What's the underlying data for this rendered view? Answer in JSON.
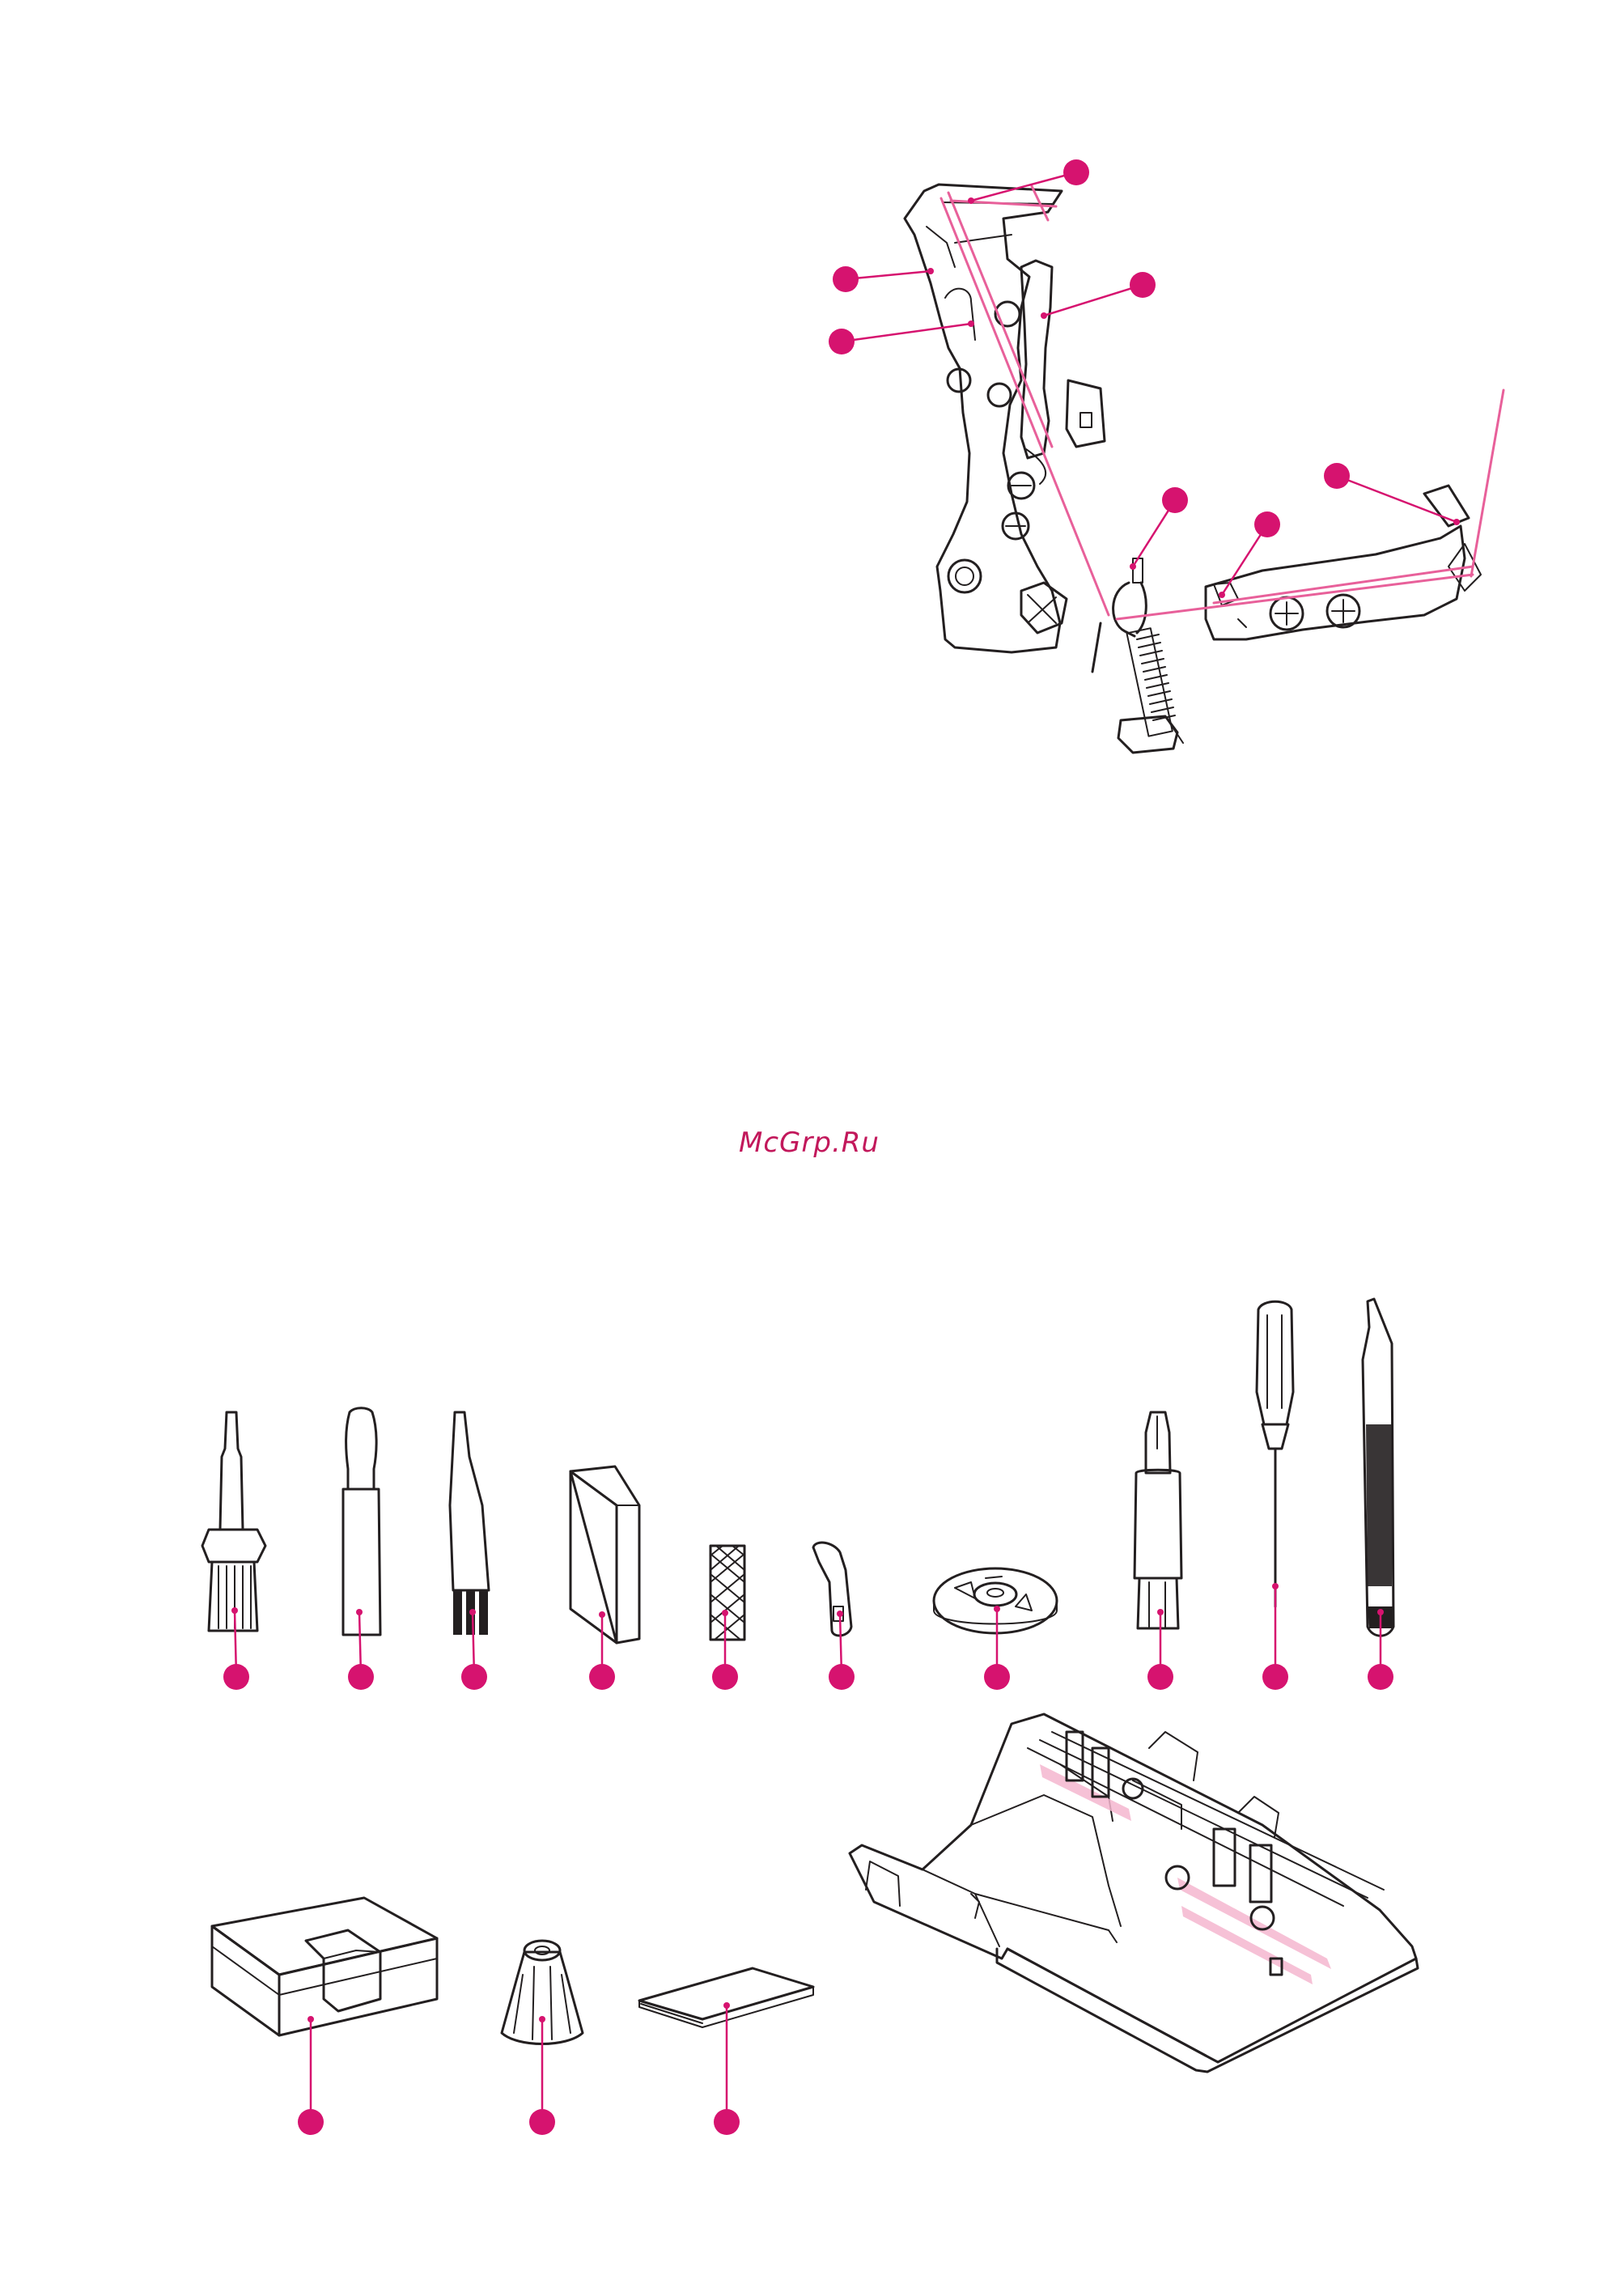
{
  "watermark": {
    "text": "McGrp.Ru",
    "color": "#c2185b"
  },
  "colors": {
    "accent": "#d6136f",
    "thread": "#e8609a",
    "line": "#231f20",
    "thread_tint": "#f4b6cf"
  },
  "figures": [
    {
      "name": "thread-guide-assembly",
      "callouts": 7
    },
    {
      "name": "accessories-row",
      "items": [
        "screwdriver-brush",
        "spool-holder-pin",
        "cleaning-brush",
        "foam-pad",
        "spool-net",
        "hook",
        "spool-disc",
        "needle-inserter",
        "long-screwdriver",
        "tweezers"
      ]
    },
    {
      "name": "accessories-bottom",
      "items": [
        "accessory-box",
        "spool-cap",
        "needle-packet",
        "waste-tray"
      ]
    }
  ]
}
